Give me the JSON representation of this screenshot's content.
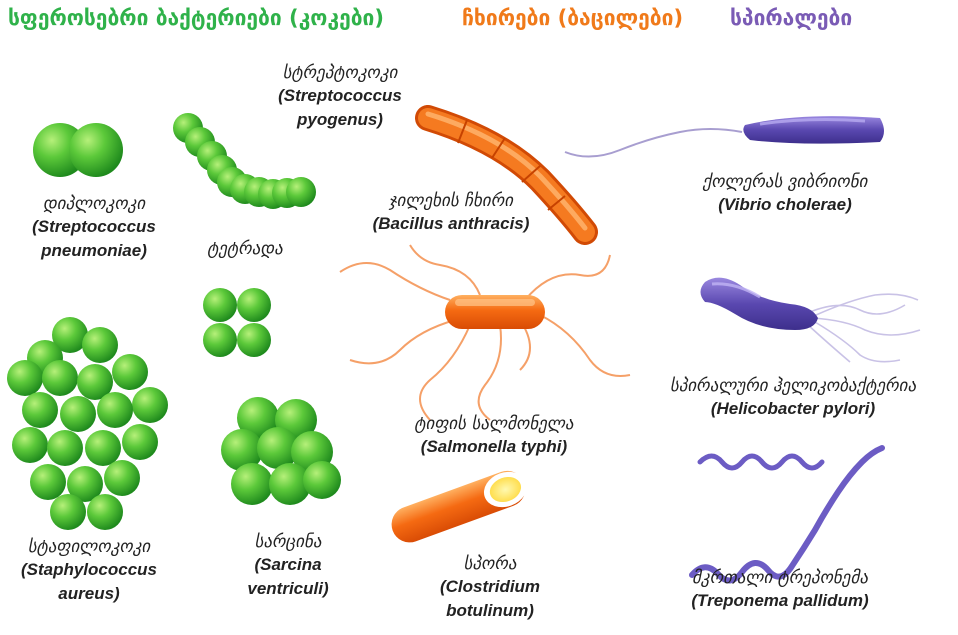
{
  "headers": {
    "spherical": "სფეროსებრი ბაქტერიები (კოკები)",
    "rods": "ჩხირები (ბაცილები)",
    "spirals": "სპირალები"
  },
  "colors": {
    "green_header": "#2fb24a",
    "orange_header": "#f07a1a",
    "purple_header": "#7a5bb5",
    "coccus_green": "#3fae2a",
    "bacillus_orange": "#f26a10",
    "spiral_purple": "#5a48b0"
  },
  "labels": {
    "streptococcus_pyogenes": {
      "ka": "სტრეპტოკოკი",
      "la_line1": "(Streptococcus",
      "la_line2": "pyogenus)"
    },
    "diplococcus": {
      "ka": "დიპლოკოკი",
      "la_line1": "(Streptococcus",
      "la_line2": "pneumoniae)"
    },
    "tetrad": {
      "ka": "ტეტრადა"
    },
    "staphylococcus": {
      "ka": "სტაფილოკოკი",
      "la_line1": "(Staphylococcus",
      "la_line2": "aureus)"
    },
    "sarcina": {
      "ka": "სარცინა",
      "la_line1": "(Sarcina",
      "la_line2": "ventriculi)"
    },
    "bacillus_anthracis": {
      "ka": "ჯილეხის ჩხირი",
      "la_line1": "(Bacillus anthracis)"
    },
    "salmonella": {
      "ka": "ტიფის სალმონელა",
      "la_line1": "(Salmonella typhi)"
    },
    "clostridium": {
      "ka": "სპორა",
      "la_line1": "(Clostridium",
      "la_line2": "botulinum)"
    },
    "vibrio": {
      "ka": "ქოლერას ვიბრიონი",
      "la_line1": "(Vibrio cholerae)"
    },
    "helicobacter": {
      "ka": "სპირალური ჰელიკობაქტერია",
      "la_line1": "(Helicobacter pylori)"
    },
    "treponema": {
      "ka": "მკრთალი ტრეპონემა",
      "la_line1": "(Treponema pallidum)"
    }
  }
}
